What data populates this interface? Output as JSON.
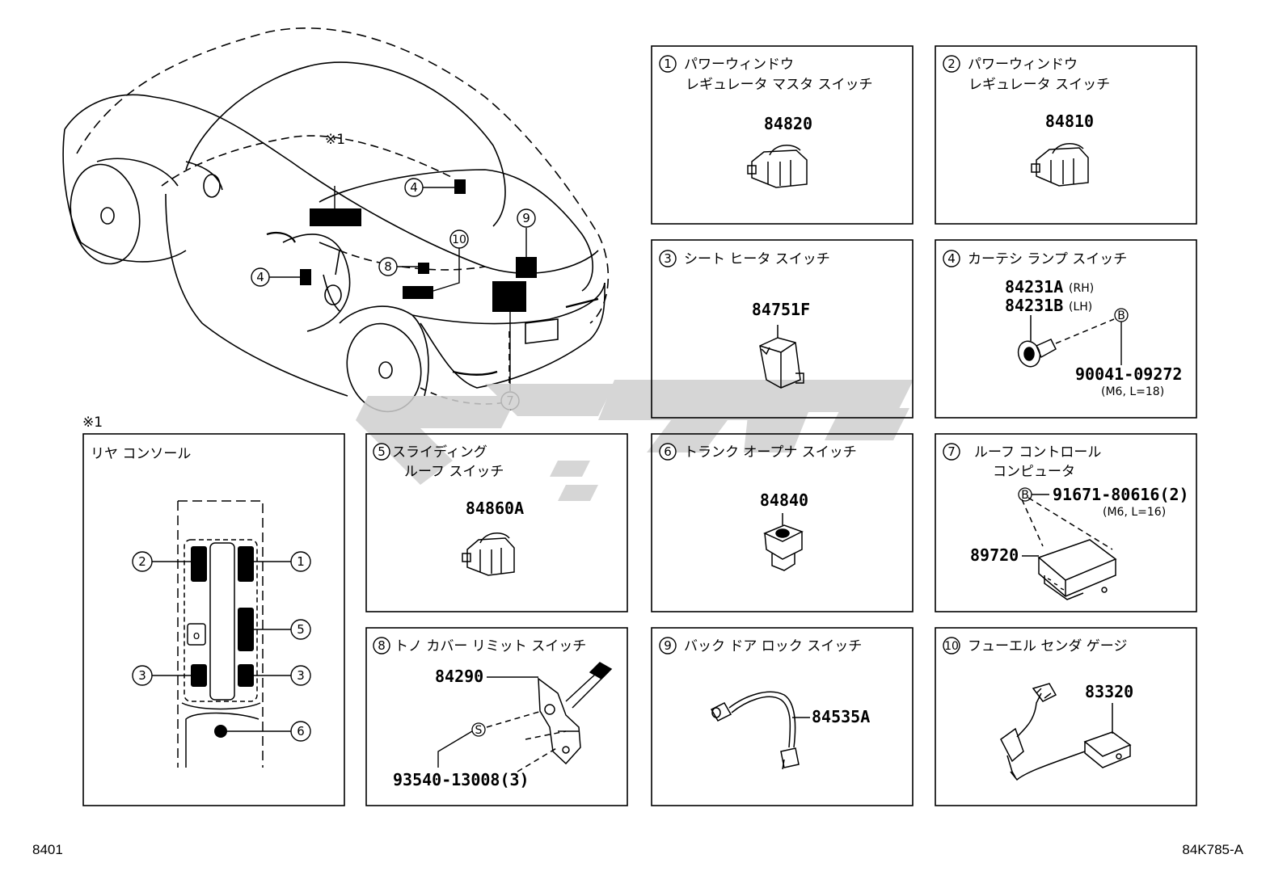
{
  "note_mark": "※1",
  "panels": {
    "p1": {
      "num": "1",
      "line1": "パワーウィンドウ",
      "line2": "レギュレータ マスタ スイッチ",
      "part": "84820"
    },
    "p2": {
      "num": "2",
      "line1": "パワーウィンドウ",
      "line2": "レギュレータ スイッチ",
      "part": "84810"
    },
    "p3": {
      "num": "3",
      "line1": "シート ヒータ スイッチ",
      "part": "84751F"
    },
    "p4": {
      "num": "4",
      "line1": "カーテシ ランプ スイッチ",
      "part_a": "84231A",
      "part_a_side": "(RH)",
      "part_b": "84231B",
      "part_b_side": "(LH)",
      "bolt_mark": "B",
      "bolt": "90041-09272",
      "bolt_spec": "(M6, L=18)"
    },
    "p5": {
      "num": "5",
      "line1": "スライディング",
      "line2": "ルーフ スイッチ",
      "part": "84860A"
    },
    "p6": {
      "num": "6",
      "line1": "トランク オープナ スイッチ",
      "part": "84840"
    },
    "p7": {
      "num": "7",
      "line1": "ルーフ コントロール",
      "line2": "コンピュータ",
      "bolt_mark": "B",
      "bolt": "91671-80616(2)",
      "bolt_spec": "(M6, L=16)",
      "part": "89720"
    },
    "p8": {
      "num": "8",
      "line1": "トノ カバー リミット スイッチ",
      "part": "84290",
      "screw_mark": "S",
      "screw": "93540-13008(3)"
    },
    "p9": {
      "num": "9",
      "line1": "バック ドア ロック スイッチ",
      "part": "84535A"
    },
    "p10": {
      "num": "10",
      "line1": "フューエル センダ ゲージ",
      "part": "83320"
    },
    "console": {
      "title": "リヤ コンソール",
      "c1": "1",
      "c2": "2",
      "c3a": "3",
      "c3b": "3",
      "c5": "5",
      "c6": "6",
      "knob": "o"
    }
  },
  "car": {
    "n4a": "4",
    "n4b": "4",
    "n7": "7",
    "n8": "8",
    "n9": "9",
    "n10": "10"
  },
  "footer": {
    "left": "8401",
    "right": "84K785-A"
  }
}
